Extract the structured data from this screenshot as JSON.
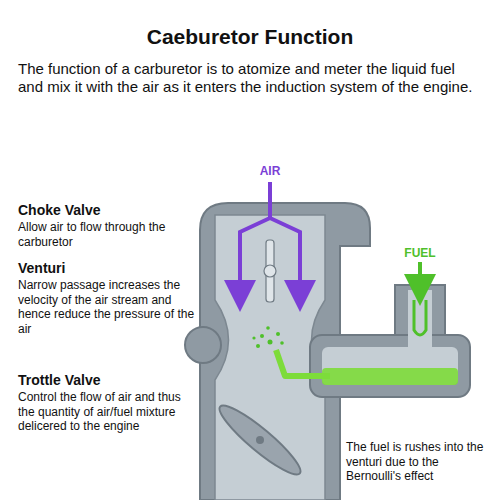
{
  "diagram": {
    "title": "Caeburetor Function",
    "labels": [
      "The function of a carburetor is to atomize and meter the liquid fuel and mix it with the air as it enters the induction system of the engine.",
      "AIR",
      "FUEL",
      "Choke Valve",
      "Allow air to flow through the carburetor",
      "Venturi",
      "Narrow passage increases the velocity of the air stream and hence reduce the pressure of the air",
      "Trottle Valve",
      "Control the flow of air and thus the quantity of air/fuel mixture delicered to the engine",
      "The fuel is rushes into the venturi due to the Bernoulli's effect"
    ]
  }
}
